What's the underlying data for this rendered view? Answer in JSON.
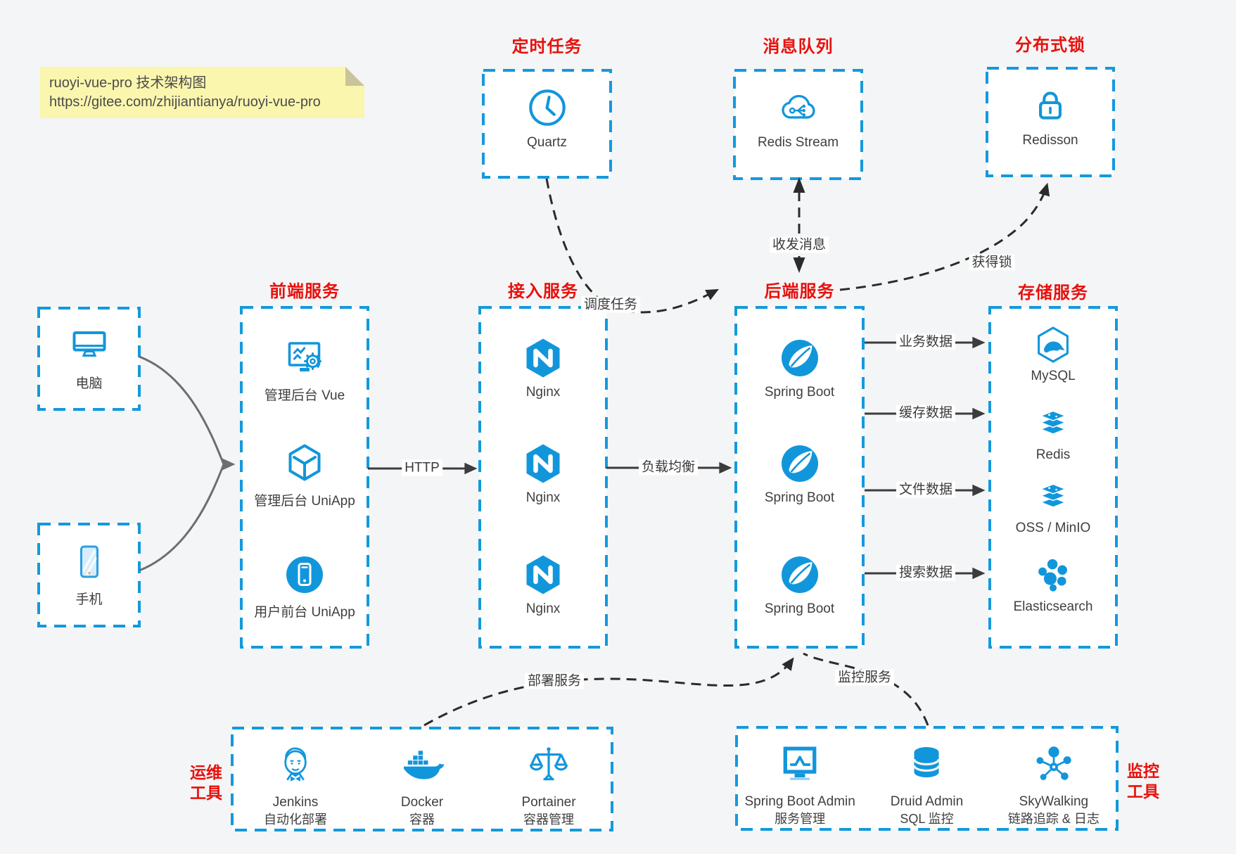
{
  "note": {
    "title": "ruoyi-vue-pro 技术架构图",
    "url": "https://gitee.com/zhijiantianya/ruoyi-vue-pro"
  },
  "sections": {
    "scheduler": {
      "title": "定时任务",
      "item": {
        "label": "Quartz",
        "icon": "clock"
      }
    },
    "mq": {
      "title": "消息队列",
      "item": {
        "label": "Redis Stream",
        "icon": "cloud-share"
      }
    },
    "dlock": {
      "title": "分布式锁",
      "item": {
        "label": "Redisson",
        "icon": "lock"
      }
    },
    "clients": {
      "pc": {
        "label": "电脑",
        "icon": "desktop"
      },
      "mobile": {
        "label": "手机",
        "icon": "smartphone"
      }
    },
    "frontend": {
      "title": "前端服务",
      "items": [
        {
          "label": "管理后台 Vue",
          "icon": "admin-vue"
        },
        {
          "label": "管理后台 UniApp",
          "icon": "cube"
        },
        {
          "label": "用户前台 UniApp",
          "icon": "mobile-app"
        }
      ]
    },
    "gateway": {
      "title": "接入服务",
      "items": [
        {
          "label": "Nginx",
          "icon": "nginx"
        },
        {
          "label": "Nginx",
          "icon": "nginx"
        },
        {
          "label": "Nginx",
          "icon": "nginx"
        }
      ]
    },
    "backend": {
      "title": "后端服务",
      "items": [
        {
          "label": "Spring Boot",
          "icon": "spring"
        },
        {
          "label": "Spring Boot",
          "icon": "spring"
        },
        {
          "label": "Spring Boot",
          "icon": "spring"
        }
      ]
    },
    "storage": {
      "title": "存储服务",
      "items": [
        {
          "label": "MySQL",
          "icon": "mysql"
        },
        {
          "label": "Redis",
          "icon": "redis-stack"
        },
        {
          "label": "OSS / MinIO",
          "icon": "redis-stack"
        },
        {
          "label": "Elasticsearch",
          "icon": "elasticsearch"
        }
      ]
    },
    "devops": {
      "title_line1": "运维",
      "title_line2": "工具",
      "items": [
        {
          "label": "Jenkins",
          "sub": "自动化部署",
          "icon": "jenkins"
        },
        {
          "label": "Docker",
          "sub": "容器",
          "icon": "docker"
        },
        {
          "label": "Portainer",
          "sub": "容器管理",
          "icon": "scales"
        }
      ]
    },
    "monitoring": {
      "title_line1": "监控",
      "title_line2": "工具",
      "items": [
        {
          "label": "Spring Boot Admin",
          "sub": "服务管理",
          "icon": "monitor-chart"
        },
        {
          "label": "Druid Admin",
          "sub": "SQL 监控",
          "icon": "database"
        },
        {
          "label": "SkyWalking",
          "sub": "链路追踪 & 日志",
          "icon": "topology"
        }
      ]
    }
  },
  "edges": {
    "schedule": "调度任务",
    "message": "收发消息",
    "acquire_lock": "获得锁",
    "http": "HTTP",
    "load_balance": "负载均衡",
    "biz_data": "业务数据",
    "cache_data": "缓存数据",
    "file_data": "文件数据",
    "search_data": "搜索数据",
    "deploy": "部署服务",
    "monitor": "监控服务"
  },
  "colors": {
    "accent_blue": "#1296db",
    "title_red": "#e8110d",
    "note_bg": "#fbf6ae",
    "canvas_bg": "#f4f5f6",
    "arrow_dark": "#3c3c3c",
    "dashed_black": "#2b2b2b",
    "client_curve_gray": "#6e6e6e"
  }
}
